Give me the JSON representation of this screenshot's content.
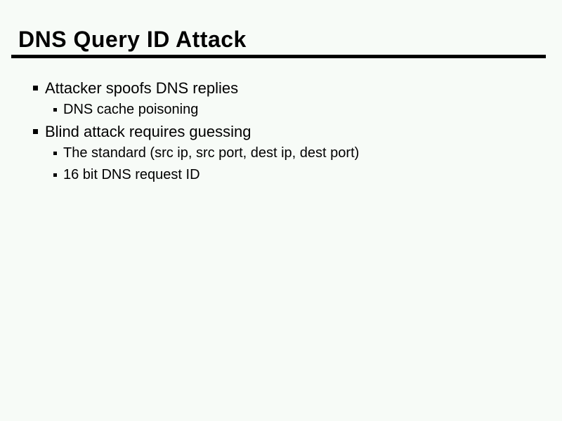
{
  "slide": {
    "title": "DNS Query ID Attack",
    "bullets": [
      {
        "level": 1,
        "text": "Attacker spoofs DNS replies"
      },
      {
        "level": 2,
        "text": "DNS cache poisoning"
      },
      {
        "level": 1,
        "text": "Blind attack requires guessing"
      },
      {
        "level": 2,
        "text": "The standard (src ip, src port, dest ip, dest port)"
      },
      {
        "level": 2,
        "text": "16 bit DNS request ID"
      }
    ],
    "colors": {
      "background": "#f7fbf7",
      "text": "#000000",
      "rule": "#000000"
    }
  }
}
